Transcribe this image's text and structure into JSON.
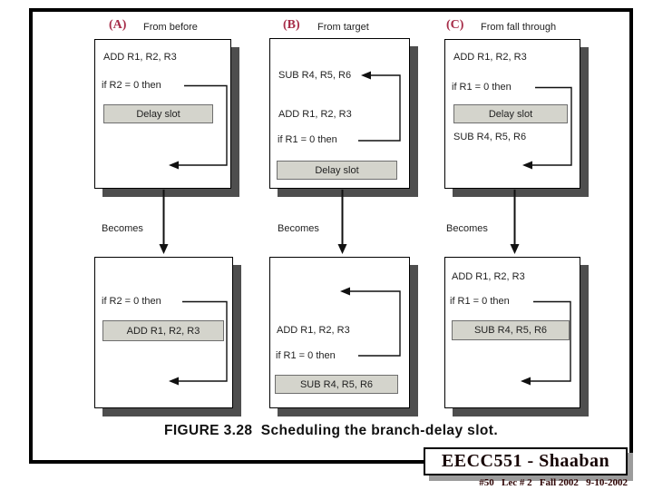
{
  "figure": {
    "caption": "FIGURE 3.28  Scheduling the branch-delay slot.",
    "panels": [
      {
        "label": "(A)",
        "title": "From before",
        "becomes": "Becomes",
        "before": {
          "instr1": "ADD R1, R2, R3",
          "branch": "if R2 = 0 then",
          "delay_slot": "Delay slot"
        },
        "after": {
          "branch": "if R2 = 0 then",
          "scheduled": "ADD R1, R2, R3"
        }
      },
      {
        "label": "(B)",
        "title": "From target",
        "becomes": "Becomes",
        "before": {
          "target": "SUB R4, R5, R6",
          "instr1": "ADD R1, R2, R3",
          "branch": "if R1 = 0 then",
          "delay_slot": "Delay slot"
        },
        "after": {
          "instr1": "ADD R1, R2, R3",
          "branch": "if R1 = 0 then",
          "scheduled": "SUB R4, R5, R6"
        }
      },
      {
        "label": "(C)",
        "title": "From fall through",
        "becomes": "Becomes",
        "before": {
          "instr1": "ADD R1, R2, R3",
          "branch": "if R1 = 0 then",
          "delay_slot": "Delay slot",
          "fall": "SUB R4, R5, R6"
        },
        "after": {
          "instr1": "ADD R1, R2, R3",
          "branch": "if R1 = 0 then",
          "scheduled": "SUB R4, R5, R6"
        }
      }
    ]
  },
  "footer": {
    "title": "EECC551 - Shaaban",
    "subtitle": "#50   Lec # 2   Fall 2002   9-10-2002"
  },
  "colors": {
    "label_red": "#a62c48",
    "slot_fill": "#d4d4cc",
    "box_shadow": "#4e4e4e",
    "footer_shadow": "#9c9c9c"
  }
}
